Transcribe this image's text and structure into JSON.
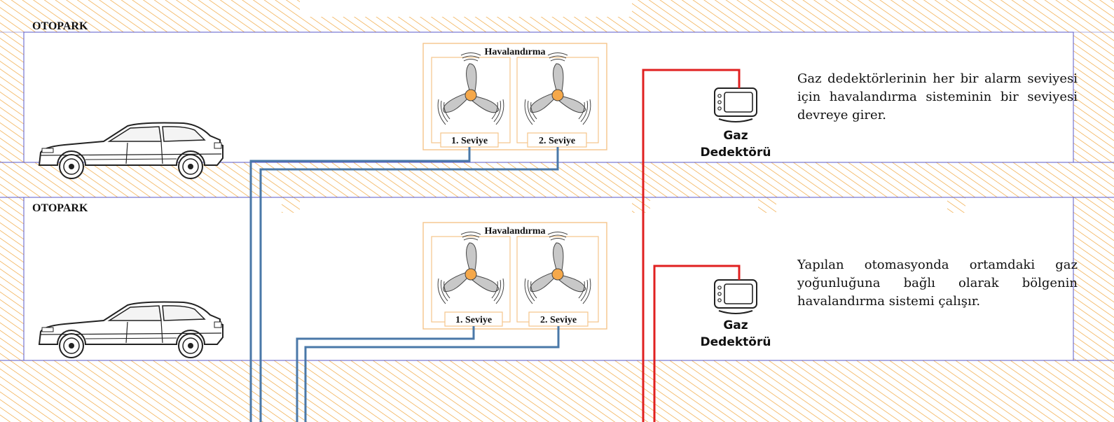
{
  "floors": [
    {
      "label": "OTOPARK",
      "ventilation_title": "Havalandırma",
      "levels": [
        "1. Seviye",
        "2. Seviye"
      ],
      "detector": {
        "line1": "Gaz",
        "line2": "Dedektörü"
      },
      "description": "Gaz dedektörlerinin her bir alarm seviyesi için havalandırma sisteminin bir seviyesi devreye girer."
    },
    {
      "label": "OTOPARK",
      "ventilation_title": "Havalandırma",
      "levels": [
        "1. Seviye",
        "2. Seviye"
      ],
      "detector": {
        "line1": "Gaz",
        "line2": "Dedektörü"
      },
      "description": "Yapılan otomasyonda ortamdaki gaz yoğunluğuna bağlı olarak bölgenin havalandırma sistemi çalışır."
    }
  ],
  "colors": {
    "hatch": "#f0a030",
    "wall_outline": "#5a5ac8",
    "fan_box": "#f5c48a",
    "fan_hub": "#f5a84a",
    "fan_blade": "#c8c8c8",
    "control_line": "#4a78a8",
    "signal_line": "#e02020"
  },
  "icons": [
    "car-icon",
    "fan-icon",
    "gas-detector-icon"
  ]
}
